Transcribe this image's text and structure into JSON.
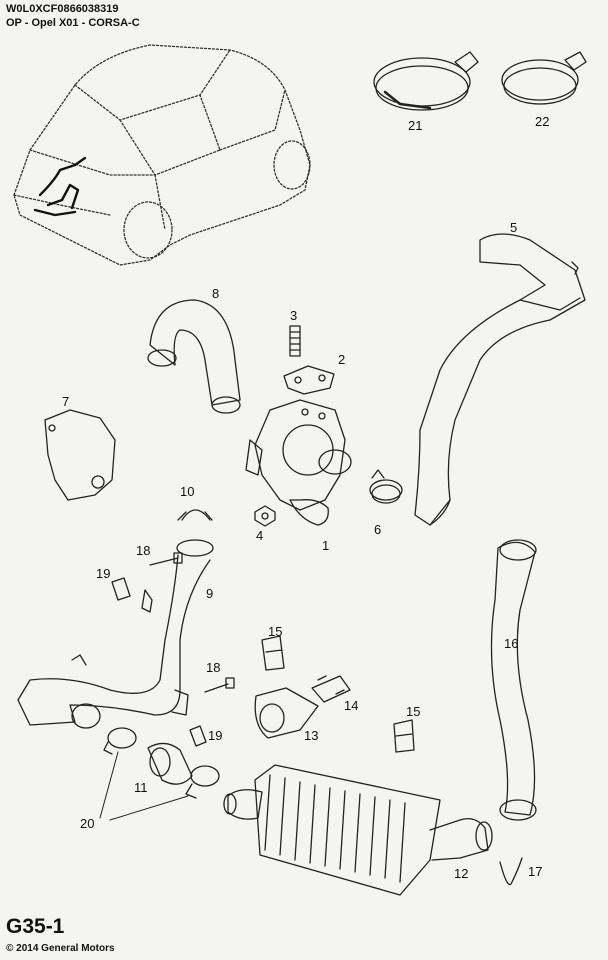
{
  "header": {
    "vin": "W0L0XCF0866038319",
    "model": "OP - Opel X01 - CORSA-C"
  },
  "footer": {
    "diagram_code": "G35-1",
    "copyright": "© 2014 General Motors"
  },
  "callouts": [
    "1",
    "2",
    "3",
    "4",
    "5",
    "6",
    "7",
    "8",
    "9",
    "10",
    "11",
    "12",
    "13",
    "14",
    "15",
    "15",
    "16",
    "17",
    "18",
    "18",
    "19",
    "19",
    "20",
    "21",
    "22"
  ]
}
